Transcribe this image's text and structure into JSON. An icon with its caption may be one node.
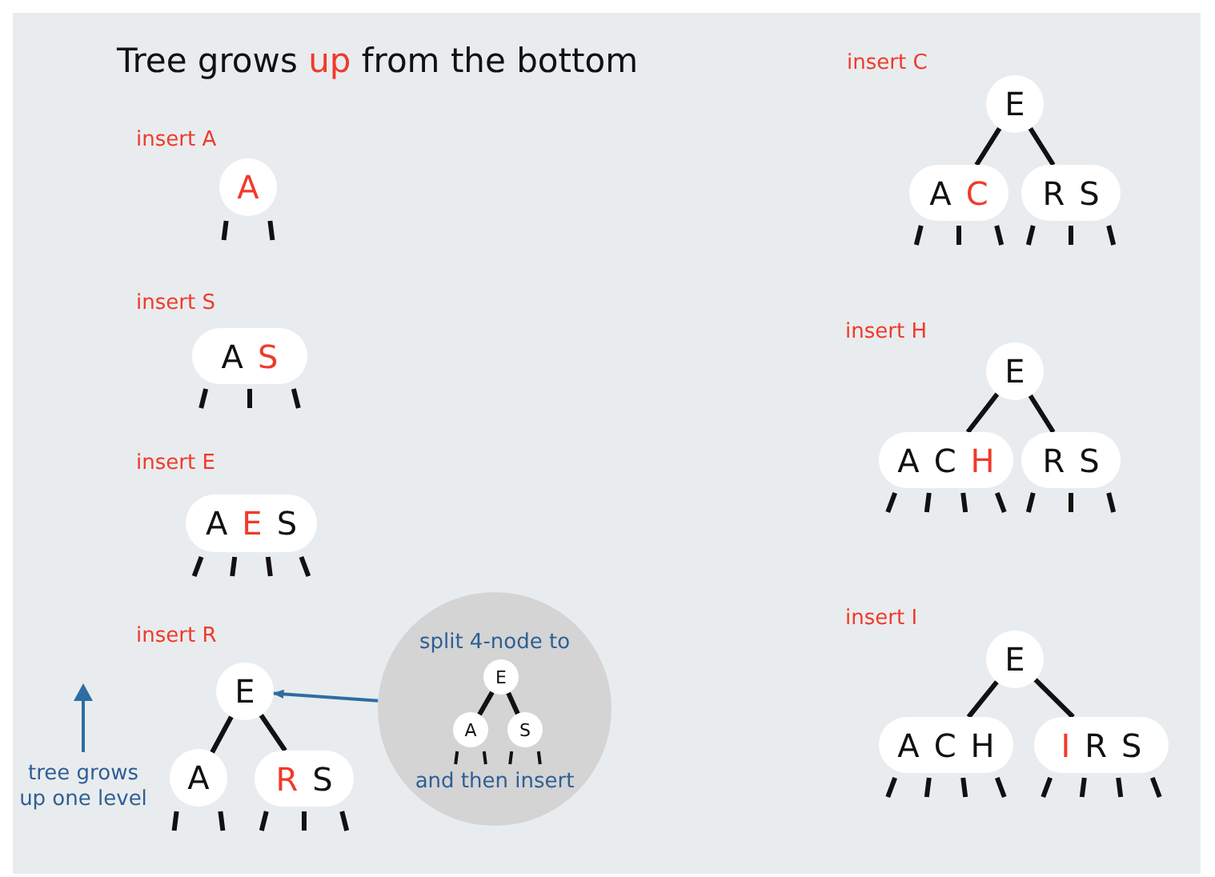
{
  "diagram": {
    "title": "Tree grows **up** from the bottom",
    "nodes": [
      {
        "text": [
          "A"
        ]
      },
      {
        "text": [
          "A",
          "S"
        ]
      },
      {
        "text": [
          "A",
          "E",
          "S"
        ]
      },
      {
        "text": [
          "E"
        ]
      },
      {
        "text": [
          "A"
        ]
      },
      {
        "text": [
          "R",
          "S"
        ]
      },
      {
        "text": [
          "split 4-node to",
          "and then insert"
        ]
      },
      {
        "text": [
          "E"
        ],
        "in": 6
      },
      {
        "text": [
          "A"
        ],
        "in": 6
      },
      {
        "text": [
          "S"
        ],
        "in": 6
      },
      {
        "text": [
          "E"
        ]
      },
      {
        "text": [
          "A",
          "C"
        ]
      },
      {
        "text": [
          "R",
          "S"
        ]
      },
      {
        "text": [
          "E"
        ]
      },
      {
        "text": [
          "A",
          "C",
          "H"
        ]
      },
      {
        "text": [
          "R",
          "S"
        ]
      },
      {
        "text": [
          "E"
        ]
      },
      {
        "text": [
          "A",
          "C",
          "H"
        ]
      },
      {
        "text": [
          "I",
          "R",
          "S"
        ]
      }
    ],
    "edges": [
      {
        "from": 3,
        "to": 4,
        "arrow": "none"
      },
      {
        "from": 3,
        "to": 5,
        "arrow": "none"
      },
      {
        "from": 7,
        "to": 8,
        "arrow": "none"
      },
      {
        "from": 7,
        "to": 9,
        "arrow": "none"
      },
      {
        "from": 10,
        "to": 11,
        "arrow": "none"
      },
      {
        "from": 10,
        "to": 12,
        "arrow": "none"
      },
      {
        "from": 13,
        "to": 14,
        "arrow": "none"
      },
      {
        "from": 13,
        "to": 15,
        "arrow": "none"
      },
      {
        "from": 16,
        "to": 17,
        "arrow": "none"
      },
      {
        "from": 16,
        "to": 18,
        "arrow": "none"
      },
      {
        "from": 6,
        "to": 3,
        "arrow": "to",
        "color": "#2e6da4"
      }
    ],
    "labels": [
      "insert A",
      "insert S",
      "insert E",
      "insert R",
      "insert C",
      "insert H",
      "insert I",
      "tree grows up one level"
    ]
  }
}
